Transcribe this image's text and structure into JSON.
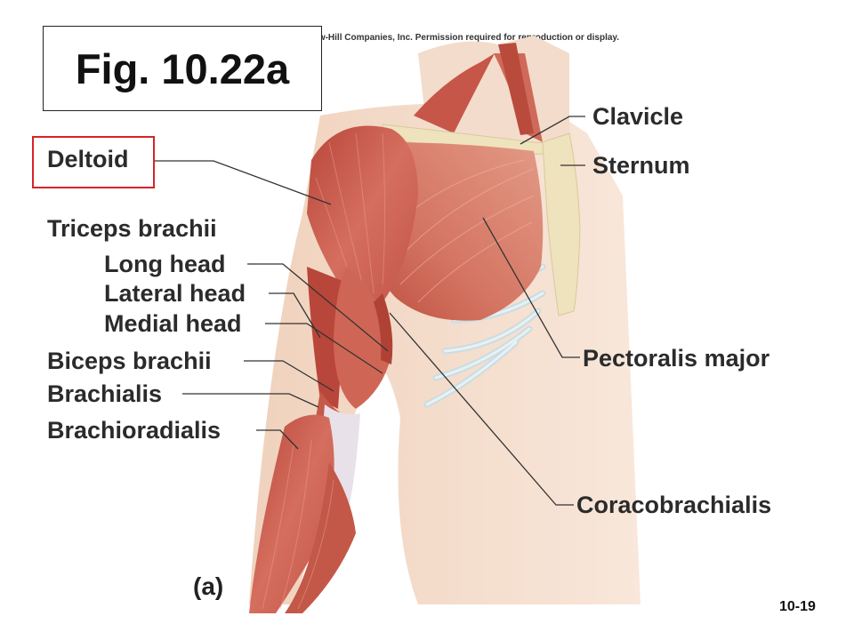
{
  "copyright": "Copyright © The McGraw-Hill Companies, Inc. Permission required for reproduction or display.",
  "figure_title": "Fig. 10.22a",
  "labels": {
    "clavicle": "Clavicle",
    "sternum": "Sternum",
    "deltoid": "Deltoid",
    "triceps_brachii": "Triceps brachii",
    "long_head": "Long head",
    "lateral_head": "Lateral head",
    "medial_head": "Medial head",
    "biceps_brachii": "Biceps brachii",
    "brachialis": "Brachialis",
    "brachioradialis": "Brachioradialis",
    "pectoralis_major": "Pectoralis major",
    "coracobrachialis": "Coracobrachialis"
  },
  "highlighted_label": "deltoid",
  "panel_label": "(a)",
  "slide_number": "10-19",
  "colors": {
    "muscle": "#c8584a",
    "muscle_light": "#e08a78",
    "skin": "#f3dccb",
    "bone": "#efe3bd",
    "highlight_box": "#d8232a"
  }
}
